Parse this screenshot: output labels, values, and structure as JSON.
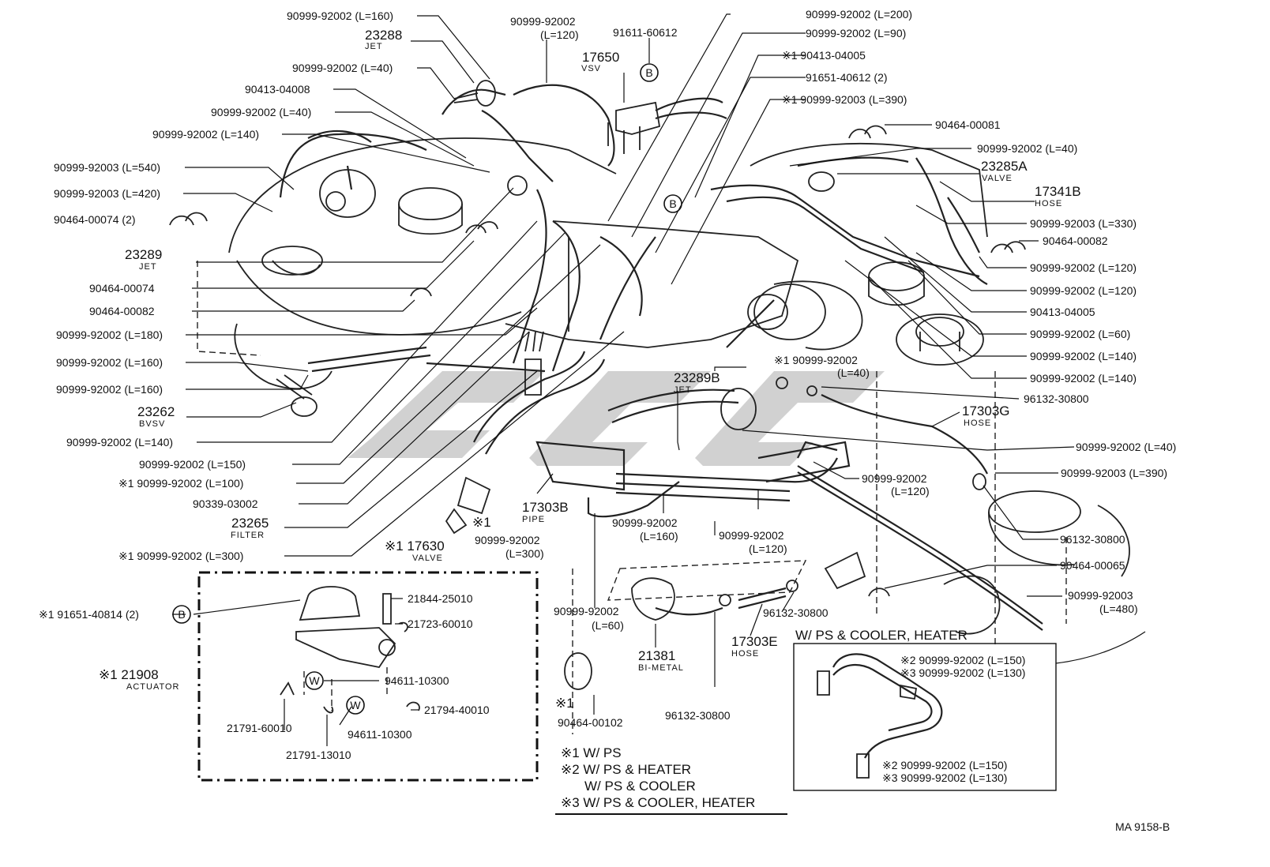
{
  "diagram": {
    "drawing_number": "MA 9158-B",
    "labels": {
      "l_160_top": "90999-92002 (L=160)",
      "l_120_top_pn": "90999-92002",
      "l_120_top_len": "(L=120)",
      "l_23288": "23288",
      "l_23288_sub": "JET",
      "l_91611": "91611-60612",
      "l_17650": "17650",
      "l_17650_sub": "VSV",
      "l_40_a": "90999-92002 (L=40)",
      "l_90413_a": "90413-04008",
      "l_40_b": "90999-92002 (L=40)",
      "l_140_a": "90999-92002 (L=140)",
      "l_540": "90999-92003 (L=540)",
      "l_420": "90999-92003 (L=420)",
      "l_00074_2": "90464-00074 (2)",
      "l_23289": "23289",
      "l_23289_sub": "JET",
      "l_00074": "90464-00074",
      "l_00082_a": "90464-00082",
      "l_180": "90999-92002 (L=180)",
      "l_160_b": "90999-92002 (L=160)",
      "l_160_c": "90999-92002 (L=160)",
      "l_23262": "23262",
      "l_23262_sub": "BVSV",
      "l_140_b": "90999-92002 (L=140)",
      "l_150": "90999-92002 (L=150)",
      "l_100": "※1 90999-92002 (L=100)",
      "l_90339": "90339-03002",
      "l_23265": "23265",
      "l_23265_sub": "FILTER",
      "l_300_a": "※1 90999-92002 (L=300)",
      "l_200": "90999-92002 (L=200)",
      "l_90": "90999-92002 (L=90)",
      "l_90413_b": "※1 90413-04005",
      "l_91651": "91651-40612 (2)",
      "l_390_a": "※1 90999-92003 (L=390)",
      "l_00081": "90464-00081",
      "l_40_c": "90999-92002 (L=40)",
      "l_23285a": "23285A",
      "l_23285a_sub": "VALVE",
      "l_17341b": "17341B",
      "l_17341b_sub": "HOSE",
      "l_330": "90999-92003 (L=330)",
      "l_00082_b": "90464-00082",
      "l_120_a": "90999-92002 (L=120)",
      "l_120_b": "90999-92002 (L=120)",
      "l_90413_c": "90413-04005",
      "l_60_a": "90999-92002 (L=60)",
      "l_140_c": "90999-92002 (L=140)",
      "l_140_d": "90999-92002 (L=140)",
      "l_40_d_pn": "※1 90999-92002",
      "l_40_d_len": "(L=40)",
      "l_23289b": "23289B",
      "l_23289b_sub": "JET",
      "l_96132_a": "96132-30800",
      "l_17303g": "17303G",
      "l_17303g_sub": "HOSE",
      "l_40_e": "90999-92002 (L=40)",
      "l_390_b": "90999-92003 (L=390)",
      "l_120_c_pn": "90999-92002",
      "l_120_c_len": "(L=120)",
      "l_96132_b": "96132-30800",
      "l_17303b": "17303B",
      "l_17303b_sub": "PIPE",
      "l_x1_a": "※1",
      "l_300_b_pn": "90999-92002",
      "l_300_b_len": "(L=300)",
      "l_17630": "※1 17630",
      "l_17630_sub": "VALVE",
      "l_160_d_pn": "90999-92002",
      "l_160_d_len": "(L=160)",
      "l_120_d_pn": "90999-92002",
      "l_120_d_len": "(L=120)",
      "l_00065": "90464-00065",
      "l_480_pn": "90999-92003",
      "l_480_len": "(L=480)",
      "l_60_b_pn": "90999-92002",
      "l_60_b_len": "(L=60)",
      "l_21381": "21381",
      "l_21381_sub": "BI-METAL",
      "l_96132_c": "96132-30800",
      "l_17303e": "17303E",
      "l_17303e_sub": "HOSE",
      "l_96132_d": "96132-30800",
      "l_00102_x": "※1",
      "l_00102": "90464-00102",
      "l_91651_b": "※1 91651-40814 (2)",
      "l_21844": "21844-25010",
      "l_21723": "21723-60010",
      "l_21908": "※1 21908",
      "l_21908_sub": "ACTUATOR",
      "l_94611_a": "94611-10300",
      "l_21794": "21794-40010",
      "l_21791_a": "21791-60010",
      "l_94611_b": "94611-10300",
      "l_21791_b": "21791-13010",
      "inset_title": "W/ PS & COOLER, HEATER",
      "inset_150_a": "※2 90999-92002 (L=150)",
      "inset_130_a": "※3 90999-92002 (L=130)",
      "inset_150_b": "※2 90999-92002 (L=150)",
      "inset_130_b": "※3 90999-92002 (L=130)",
      "callout_b": "B",
      "callout_w": "W"
    },
    "legend": [
      "※1 W/ PS",
      "※2 W/ PS & HEATER",
      "W/ PS & COOLER",
      "※3 W/ PS & COOLER, HEATER"
    ]
  }
}
